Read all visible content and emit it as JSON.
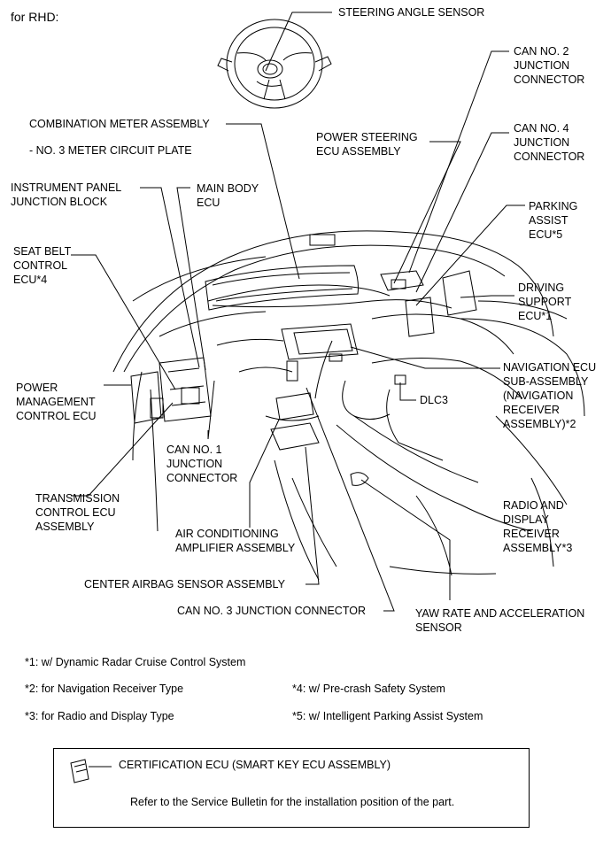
{
  "header": {
    "title": "for RHD:"
  },
  "labels": {
    "steering_angle_sensor": [
      "STEERING ANGLE SENSOR"
    ],
    "can2": [
      "CAN NO. 2",
      "JUNCTION",
      "CONNECTOR"
    ],
    "combination_meter": [
      "COMBINATION METER ASSEMBLY"
    ],
    "meter_circuit_plate": [
      "- NO. 3 METER CIRCUIT PLATE"
    ],
    "power_steering_ecu": [
      "POWER STEERING",
      "ECU ASSEMBLY"
    ],
    "can4": [
      "CAN NO. 4",
      "JUNCTION",
      "CONNECTOR"
    ],
    "instrument_panel_jb": [
      "INSTRUMENT PANEL",
      "JUNCTION BLOCK"
    ],
    "main_body_ecu": [
      "MAIN BODY",
      "ECU"
    ],
    "parking_assist_ecu": [
      "PARKING",
      "ASSIST",
      "ECU*5"
    ],
    "seat_belt_ecu": [
      "SEAT BELT",
      "CONTROL",
      "ECU*4"
    ],
    "driving_support_ecu": [
      "DRIVING",
      "SUPPORT",
      "ECU*1"
    ],
    "navigation_ecu": [
      "NAVIGATION ECU",
      "SUB-ASSEMBLY",
      "(NAVIGATION",
      "RECEIVER",
      "ASSEMBLY)*2"
    ],
    "power_management_ecu": [
      "POWER",
      "MANAGEMENT",
      "CONTROL ECU"
    ],
    "dlc3": [
      "DLC3"
    ],
    "can1": [
      "CAN NO. 1",
      "JUNCTION",
      "CONNECTOR"
    ],
    "transmission_ecu": [
      "TRANSMISSION",
      "CONTROL ECU",
      "ASSEMBLY"
    ],
    "radio_display": [
      "RADIO AND",
      "DISPLAY",
      "RECEIVER",
      "ASSEMBLY*3"
    ],
    "ac_amplifier": [
      "AIR CONDITIONING",
      "AMPLIFIER ASSEMBLY"
    ],
    "center_airbag": [
      "CENTER AIRBAG SENSOR ASSEMBLY"
    ],
    "can3": [
      "CAN NO. 3 JUNCTION CONNECTOR"
    ],
    "yaw_rate": [
      "YAW RATE AND ACCELERATION",
      "SENSOR"
    ]
  },
  "footnotes": {
    "n1": "*1: w/ Dynamic Radar Cruise Control System",
    "n2": "*2: for Navigation Receiver Type",
    "n3": "*3: for Radio and Display Type",
    "n4": "*4: w/ Pre-crash Safety System",
    "n5": "*5: w/ Intelligent Parking Assist System"
  },
  "reference_box": {
    "title": "CERTIFICATION ECU (SMART KEY ECU ASSEMBLY)",
    "note": "Refer to the Service Bulletin for the installation position of the part."
  }
}
